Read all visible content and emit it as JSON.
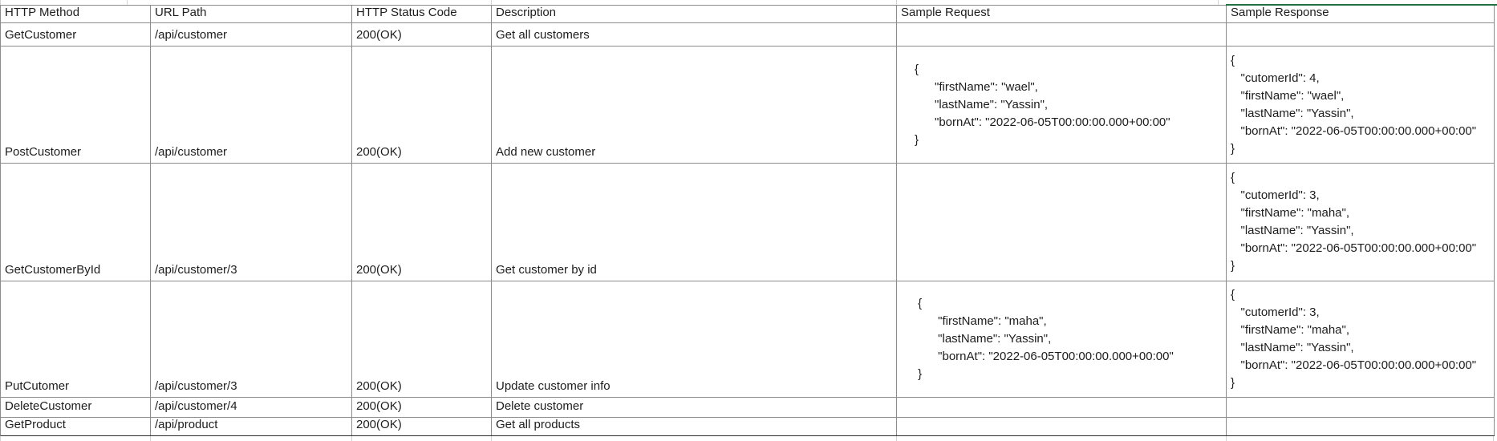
{
  "table": {
    "columns": {
      "method": "HTTP Method",
      "path": "URL Path",
      "status": "HTTP Status Code",
      "description": "Description",
      "request": "Sample Request",
      "response": "Sample Response"
    },
    "rows": [
      {
        "method": "GetCustomer",
        "path": "/api/customer",
        "status": "200(OK)",
        "description": "Get all customers",
        "request": "",
        "response": ""
      },
      {
        "method": "PostCustomer",
        "path": "/api/customer",
        "status": "200(OK)",
        "description": "Add new customer",
        "request": "{\n      \"firstName\": \"wael\",\n      \"lastName\": \"Yassin\",\n      \"bornAt\": \"2022-06-05T00:00:00.000+00:00\"\n}",
        "response": "{\n   \"cutomerId\": 4,\n   \"firstName\": \"wael\",\n   \"lastName\": \"Yassin\",\n   \"bornAt\": \"2022-06-05T00:00:00.000+00:00\"\n}"
      },
      {
        "method": "GetCustomerById",
        "path": "/api/customer/3",
        "status": "200(OK)",
        "description": "Get customer by id",
        "request": "",
        "response": "{\n   \"cutomerId\": 3,\n   \"firstName\": \"maha\",\n   \"lastName\": \"Yassin\",\n   \"bornAt\": \"2022-06-05T00:00:00.000+00:00\"\n}"
      },
      {
        "method": "PutCutomer",
        "path": "/api/customer/3",
        "status": "200(OK)",
        "description": "Update customer info",
        "request": " {\n       \"firstName\": \"maha\",\n       \"lastName\": \"Yassin\",\n       \"bornAt\": \"2022-06-05T00:00:00.000+00:00\"\n }",
        "response": "{\n   \"cutomerId\": 3,\n   \"firstName\": \"maha\",\n   \"lastName\": \"Yassin\",\n   \"bornAt\": \"2022-06-05T00:00:00.000+00:00\"\n}"
      },
      {
        "method": "DeleteCustomer",
        "path": "/api/customer/4",
        "status": "200(OK)",
        "description": "Delete customer",
        "request": "",
        "response": ""
      },
      {
        "method": "GetProduct",
        "path": "/api/product",
        "status": "200(OK)",
        "description": "Get all products",
        "request": "",
        "response": ""
      }
    ]
  },
  "colors": {
    "accent_green": "#1f7145",
    "gridline": "#8c8c8c",
    "thick_border": "#2b2b2b"
  }
}
